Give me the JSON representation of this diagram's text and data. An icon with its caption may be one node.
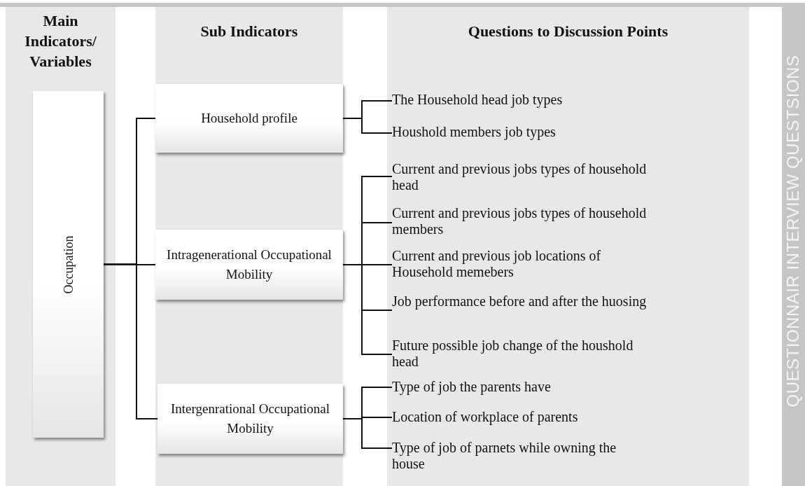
{
  "diagram": {
    "nodes": [
      {
        "text": [
          "Main Indicators/ Variables"
        ]
      },
      {
        "text": [
          "Sub Indicators"
        ]
      },
      {
        "text": [
          "Questions to Discussion Points"
        ]
      },
      {
        "text": [
          "QUESTIONNAIR INTERVIEW QUESTSIONS"
        ]
      },
      {
        "text": [
          "Occupation"
        ],
        "in": 0
      },
      {
        "text": [
          "Household profile"
        ],
        "in": 1
      },
      {
        "text": [
          "Intragenerational Occupational Mobility"
        ],
        "in": 1
      },
      {
        "text": [
          "Intergenrational Occupational Mobility"
        ],
        "in": 1
      },
      {
        "text": [
          "The Household head job types"
        ],
        "in": 2
      },
      {
        "text": [
          "Houshold members job types"
        ],
        "in": 2
      },
      {
        "text": [
          "Current and previous jobs types of household head"
        ],
        "in": 2
      },
      {
        "text": [
          "Current and previous jobs types of household members"
        ],
        "in": 2
      },
      {
        "text": [
          "Current and previous job locations of Household memebers"
        ],
        "in": 2
      },
      {
        "text": [
          "Job performance before and after the huosing"
        ],
        "in": 2
      },
      {
        "text": [
          "Future possible job change of the houshold head"
        ],
        "in": 2
      },
      {
        "text": [
          "Type of job the parents have"
        ],
        "in": 2
      },
      {
        "text": [
          "Location of workplace of parents"
        ],
        "in": 2
      },
      {
        "text": [
          "Type of job of parnets while owning the house"
        ],
        "in": 2
      }
    ],
    "edges": [
      {
        "from": 4,
        "to": 5,
        "arrow": "none"
      },
      {
        "from": 4,
        "to": 6,
        "arrow": "none"
      },
      {
        "from": 4,
        "to": 7,
        "arrow": "none"
      },
      {
        "from": 5,
        "to": 8,
        "arrow": "none"
      },
      {
        "from": 5,
        "to": 9,
        "arrow": "none"
      },
      {
        "from": 6,
        "to": 10,
        "arrow": "none"
      },
      {
        "from": 6,
        "to": 11,
        "arrow": "none"
      },
      {
        "from": 6,
        "to": 12,
        "arrow": "none"
      },
      {
        "from": 6,
        "to": 13,
        "arrow": "none"
      },
      {
        "from": 6,
        "to": 14,
        "arrow": "none"
      },
      {
        "from": 7,
        "to": 15,
        "arrow": "none"
      },
      {
        "from": 7,
        "to": 16,
        "arrow": "none"
      },
      {
        "from": 7,
        "to": 17,
        "arrow": "none"
      }
    ]
  }
}
